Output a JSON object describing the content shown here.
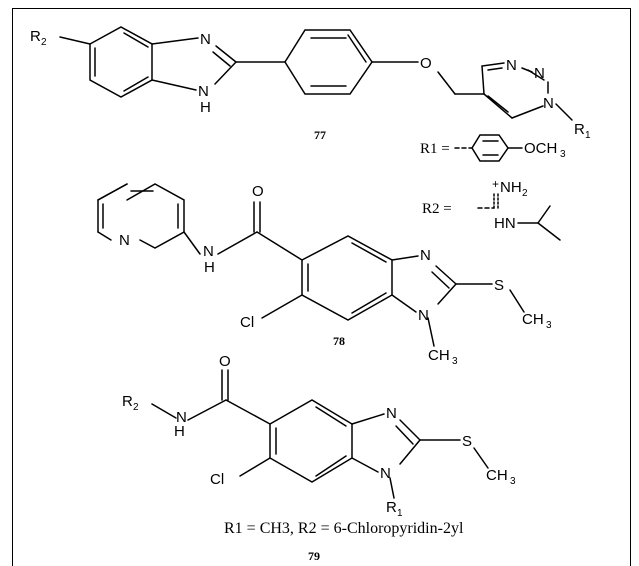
{
  "compounds": [
    {
      "number": "77",
      "atoms": {
        "r2": "R",
        "r2_sub": "2",
        "n_imid_top": "N",
        "n_imid_h": "N",
        "h_imid": "H",
        "o_ether": "O",
        "triazole_n1": "N",
        "triazole_n2": "N",
        "triazole_n3": "N",
        "r1": "R",
        "r1_sub": "1"
      },
      "substituents": {
        "r1_prefix": "R1 =",
        "r1_group": "OCH",
        "r1_group_sub": "3",
        "r2_prefix": "R2 =",
        "r2_charge": "+",
        "r2_top": "NH",
        "r2_top_sub": "2",
        "r2_bottom": "HN"
      }
    },
    {
      "number": "78",
      "atoms": {
        "o_carbonyl": "O",
        "n_pyridine": "N",
        "n_amide": "N",
        "h_amide": "H",
        "cl": "Cl",
        "n_imid_top": "N",
        "n_imid_bottom": "N",
        "s": "S",
        "ch3_s": "CH",
        "ch3_s_sub": "3",
        "ch3_n": "CH",
        "ch3_n_sub": "3"
      }
    },
    {
      "number": "79",
      "atoms": {
        "o_carbonyl": "O",
        "r2": "R",
        "r2_sub": "2",
        "n_amide": "N",
        "h_amide": "H",
        "cl": "Cl",
        "n_imid_top": "N",
        "n_imid_bottom": "N",
        "s": "S",
        "ch3_s": "CH",
        "ch3_s_sub": "3",
        "r1": "R",
        "r1_sub": "1"
      },
      "caption": "R1 = CH3, R2 = 6-Chloropyridin-2yl"
    }
  ]
}
